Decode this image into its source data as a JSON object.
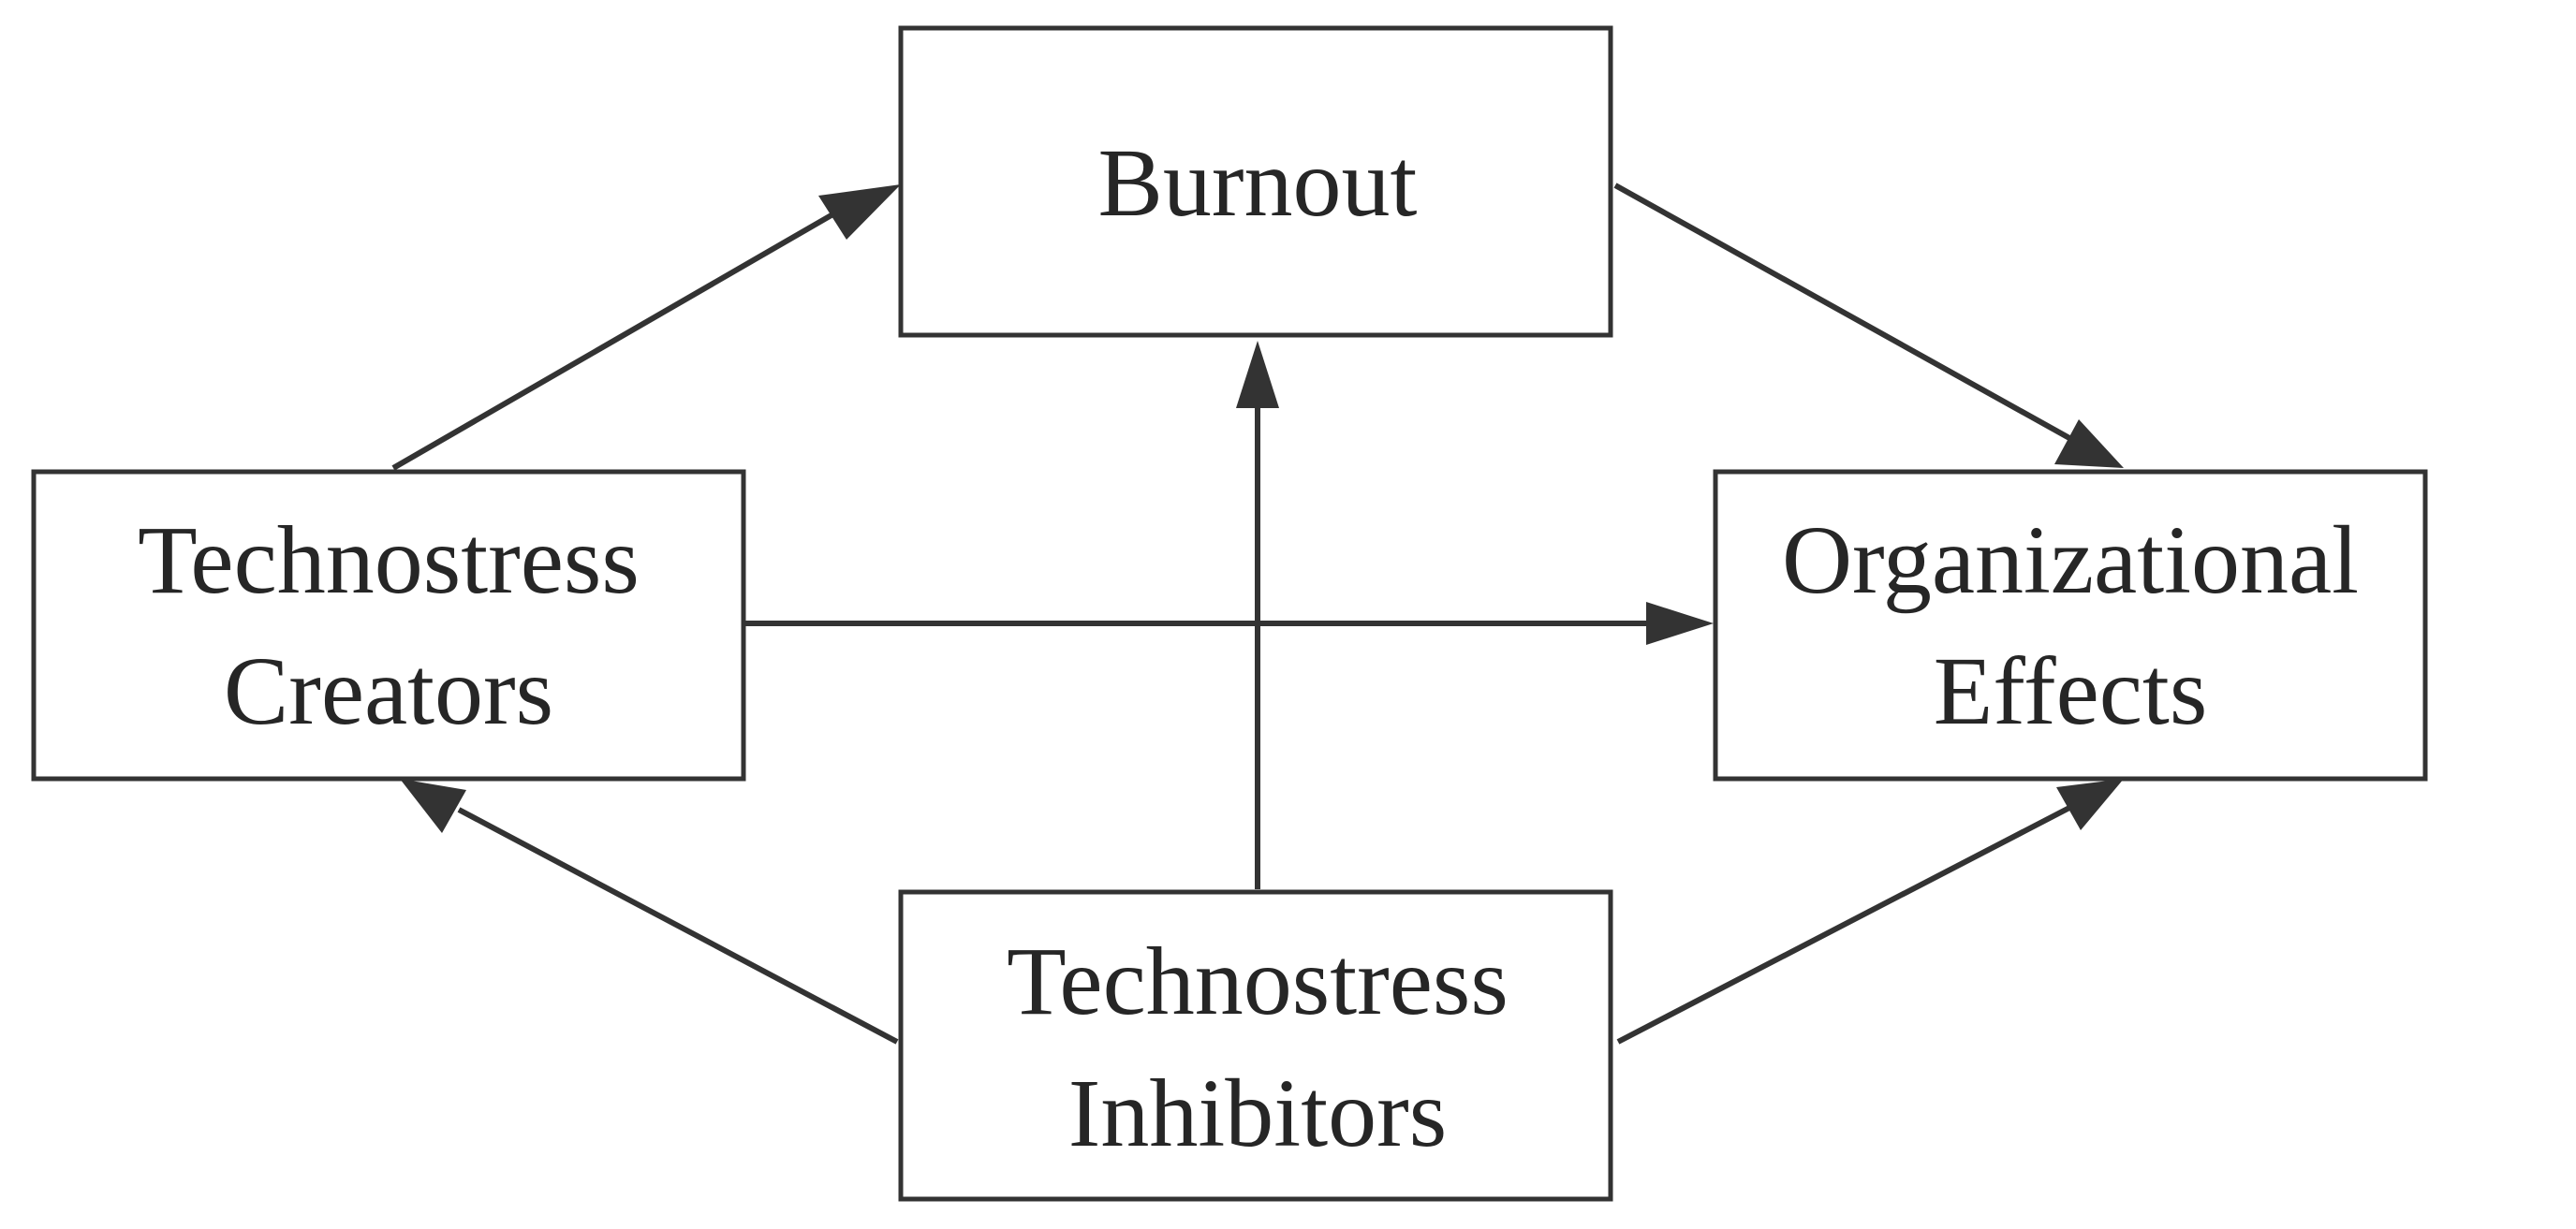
{
  "diagram": {
    "nodes": {
      "burnout": {
        "lines": [
          "Burnout"
        ]
      },
      "creators": {
        "lines": [
          "Technostress",
          "Creators"
        ]
      },
      "effects": {
        "lines": [
          "Organizational",
          "Effects"
        ]
      },
      "inhibitors": {
        "lines": [
          "Technostress",
          "Inhibitors"
        ]
      }
    },
    "edges": [
      {
        "from": "Technostress Creators",
        "to": "Burnout"
      },
      {
        "from": "Burnout",
        "to": "Organizational Effects"
      },
      {
        "from": "Technostress Creators",
        "to": "Organizational Effects"
      },
      {
        "from": "Technostress Inhibitors",
        "to": "Burnout"
      },
      {
        "from": "Technostress Inhibitors",
        "to": "Technostress Creators"
      },
      {
        "from": "Technostress Inhibitors",
        "to": "Organizational Effects"
      }
    ],
    "colors": {
      "stroke": "#333333",
      "text": "#262626",
      "background": "#ffffff"
    }
  }
}
